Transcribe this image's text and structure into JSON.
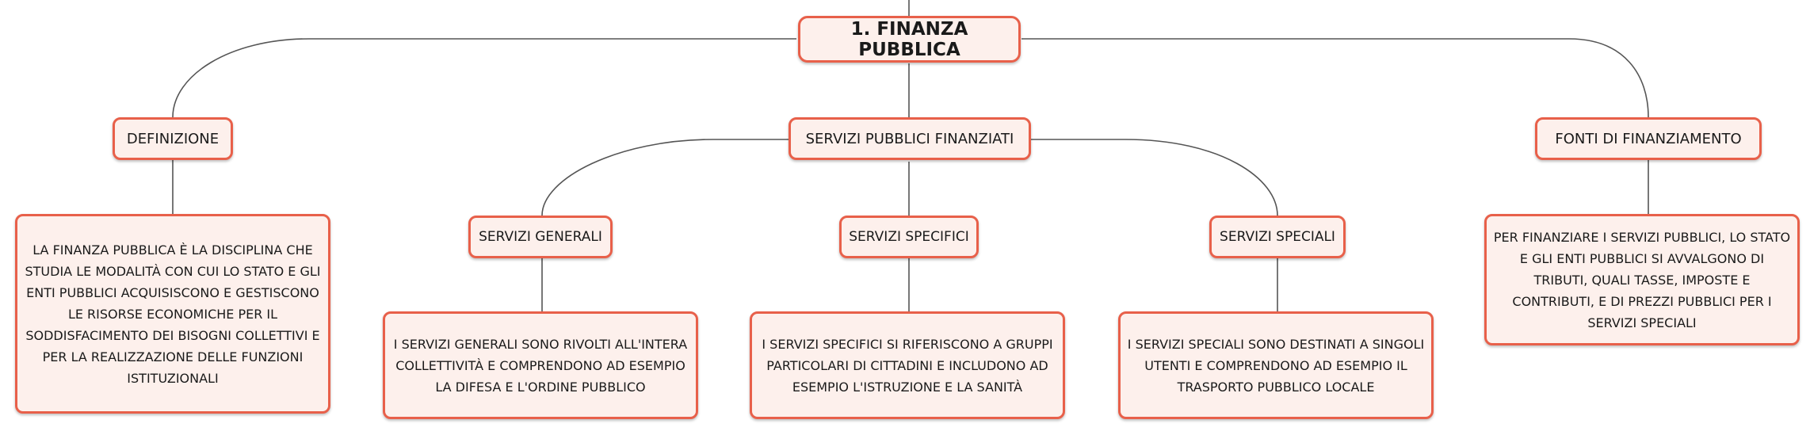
{
  "root": {
    "label": "1. FINANZA PUBBLICA"
  },
  "branches": {
    "definizione": {
      "label": "DEFINIZIONE",
      "text": "LA FINANZA PUBBLICA È LA DISCIPLINA CHE STUDIA LE MODALITÀ CON CUI LO STATO E GLI ENTI PUBBLICI ACQUISISCONO E GESTISCONO LE RISORSE ECONOMICHE PER IL SODDISFACIMENTO DEI BISOGNI COLLETTIVI E PER LA REALIZZAZIONE DELLE FUNZIONI ISTITUZIONALI"
    },
    "servizi": {
      "label": "SERVIZI PUBBLICI FINANZIATI",
      "generali": {
        "label": "SERVIZI GENERALI",
        "text": "I SERVIZI GENERALI SONO RIVOLTI ALL'INTERA COLLETTIVITÀ E COMPRENDONO AD ESEMPIO LA DIFESA E L'ORDINE PUBBLICO"
      },
      "specifici": {
        "label": "SERVIZI SPECIFICI",
        "text": "I SERVIZI SPECIFICI SI RIFERISCONO A GRUPPI PARTICOLARI DI CITTADINI E INCLUDONO AD ESEMPIO L'ISTRUZIONE E LA SANITÀ"
      },
      "speciali": {
        "label": "SERVIZI SPECIALI",
        "text": "I SERVIZI SPECIALI SONO DESTINATI A SINGOLI UTENTI E COMPRENDONO AD ESEMPIO IL TRASPORTO PUBBLICO LOCALE"
      }
    },
    "fonti": {
      "label": "FONTI DI FINANZIAMENTO",
      "text": "PER FINANZIARE I SERVIZI PUBBLICI, LO STATO E GLI ENTI PUBBLICI SI AVVALGONO DI TRIBUTI, QUALI TASSE, IMPOSTE E CONTRIBUTI, E DI PREZZI PUBBLICI PER I SERVIZI SPECIALI"
    }
  },
  "colors": {
    "border": "#e8604a",
    "fill": "#fdf0ec",
    "connector": "#555555"
  }
}
